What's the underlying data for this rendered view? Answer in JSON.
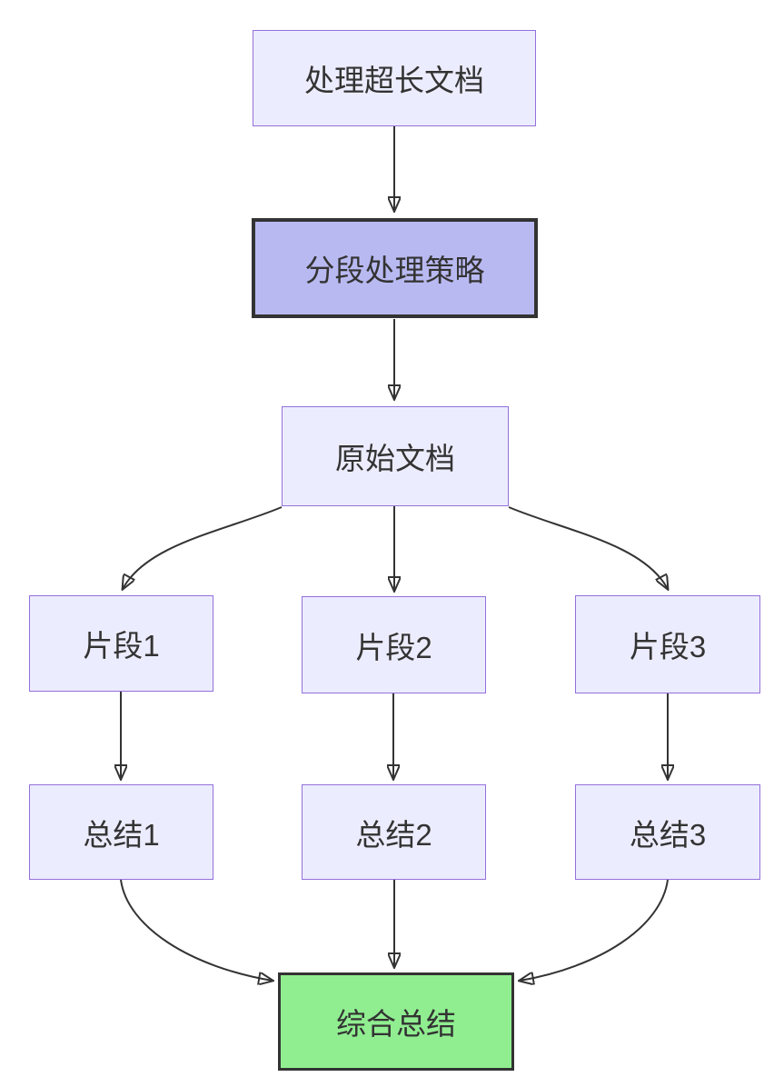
{
  "diagram": {
    "type": "flowchart",
    "direction": "top-down",
    "nodes": [
      {
        "id": "A",
        "label": "处理超长文档",
        "style": "default"
      },
      {
        "id": "B",
        "label": "分段处理策略",
        "style": "highlight-purple"
      },
      {
        "id": "C",
        "label": "原始文档",
        "style": "default"
      },
      {
        "id": "D",
        "label": "片段1",
        "style": "default"
      },
      {
        "id": "E",
        "label": "片段2",
        "style": "default"
      },
      {
        "id": "F",
        "label": "片段3",
        "style": "default"
      },
      {
        "id": "G",
        "label": "总结1",
        "style": "default"
      },
      {
        "id": "H",
        "label": "总结2",
        "style": "default"
      },
      {
        "id": "I",
        "label": "总结3",
        "style": "default"
      },
      {
        "id": "J",
        "label": "综合总结",
        "style": "highlight-green"
      }
    ],
    "edges": [
      {
        "from": "处理超长文档",
        "to": "分段处理策略"
      },
      {
        "from": "分段处理策略",
        "to": "原始文档"
      },
      {
        "from": "原始文档",
        "to": "片段1"
      },
      {
        "from": "原始文档",
        "to": "片段2"
      },
      {
        "from": "原始文档",
        "to": "片段3"
      },
      {
        "from": "片段1",
        "to": "总结1"
      },
      {
        "from": "片段2",
        "to": "总结2"
      },
      {
        "from": "片段3",
        "to": "总结3"
      },
      {
        "from": "总结1",
        "to": "综合总结"
      },
      {
        "from": "总结2",
        "to": "综合总结"
      },
      {
        "from": "总结3",
        "to": "综合总结"
      }
    ],
    "colors": {
      "background": "#FFFFFF",
      "node_fill": "#ECECFF",
      "node_border": "#9370DB",
      "strategy_fill": "#B9B9F2",
      "strategy_border": "#333333",
      "final_fill": "#90EE90",
      "final_border": "#333333",
      "edge": "#333333",
      "text": "#333333"
    }
  }
}
